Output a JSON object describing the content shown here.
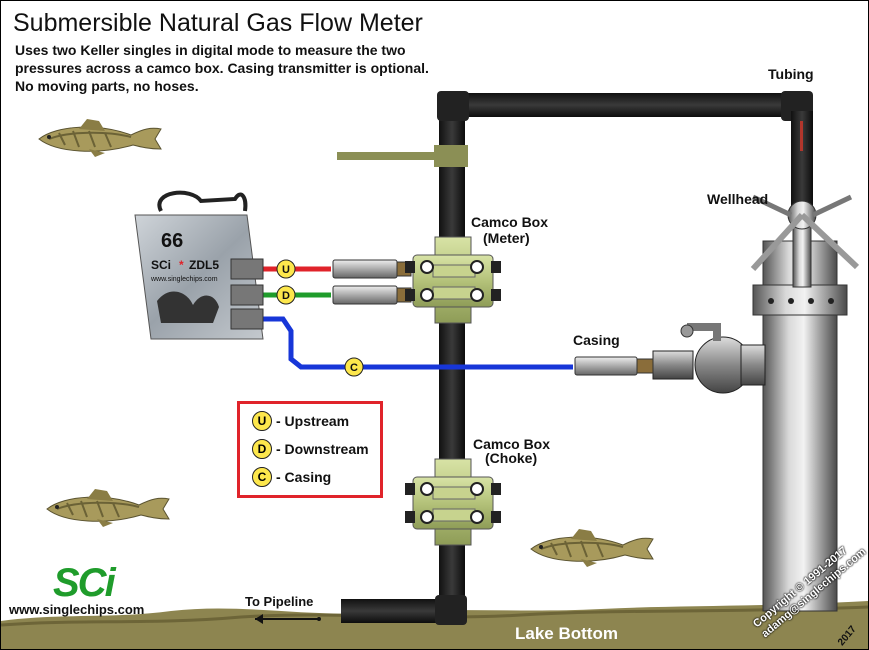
{
  "title": "Submersible Natural Gas Flow Meter",
  "subtitle": "Uses two Keller singles in digital mode to measure the two pressures across a camco box. Casing transmitter is optional. No moving parts, no hoses.",
  "labels": {
    "tubing": "Tubing",
    "wellhead": "Wellhead",
    "camco_meter_1": "Camco Box",
    "camco_meter_2": "(Meter)",
    "camco_choke_1": "Camco Box",
    "camco_choke_2": "(Choke)",
    "casing": "Casing",
    "to_pipeline": "To Pipeline",
    "lake_bottom": "Lake Bottom"
  },
  "device": {
    "number": "66",
    "brand": "SCi",
    "model": "ZDL5",
    "url": "www.singlechips.com"
  },
  "badges": {
    "u": "U",
    "d": "D",
    "c": "C"
  },
  "legend": [
    {
      "badge": "U",
      "text": "- Upstream"
    },
    {
      "badge": "D",
      "text": "- Downstream"
    },
    {
      "badge": "C",
      "text": "- Casing"
    }
  ],
  "logo": {
    "text": "SCi"
  },
  "footer": {
    "url": "www.singlechips.com",
    "copyright_1": "Copyright © 1991-2017",
    "copyright_2": "adamg@singlechips.com",
    "year": "2017"
  },
  "colors": {
    "upstream_line": "#e0232a",
    "downstream_line": "#1f9c2b",
    "casing_line": "#1736d8",
    "badge_fill": "#fde74c",
    "legend_border": "#e0232a",
    "logo_green": "#1f9c2b",
    "lake": "#8d8550"
  }
}
